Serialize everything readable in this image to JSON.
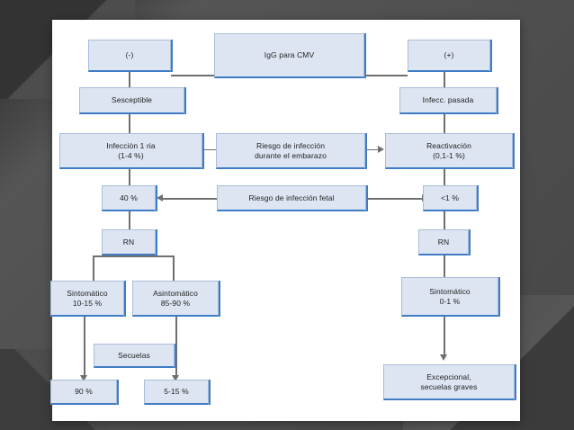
{
  "slide": {
    "background_color": "#4a4a4a",
    "panel_color": "#ffffff",
    "node_fill": "#dde5f2",
    "node_accent": "#3f7cc4",
    "connector_color": "#6f6f6f"
  },
  "diagram": {
    "title": "IgG para CMV",
    "nodes": {
      "igg_cmv": "IgG para CMV",
      "neg": "(-)",
      "pos": "(+)",
      "sesceptible": "Sesceptible",
      "infecc_pasada": "Infecc. pasada",
      "infeccion_primaria": "Infecciòn 1 ria\n(1-4 %)",
      "reactivacion": "Reactivación\n(0,1-1 %)",
      "riesgo_embarazo": "Riesgo de infección\ndurante el embarazo",
      "riesgo_fetal": "Riesgo de infección fetal",
      "pct_40": "40 %",
      "pct_menor_1": "<1 %",
      "rn_left": "RN",
      "rn_right": "RN",
      "sintomatico_left": "Sintomático\n10-15 %",
      "asintomatico": "Asintomático\n85-90 %",
      "sintomatico_right": "Sintomático\n0-1 %",
      "secuelas": "Secuelas",
      "pct_90": "90 %",
      "pct_5_15": "5-15 %",
      "excepcional": "Excepcional,\nsecuelas graves"
    }
  }
}
